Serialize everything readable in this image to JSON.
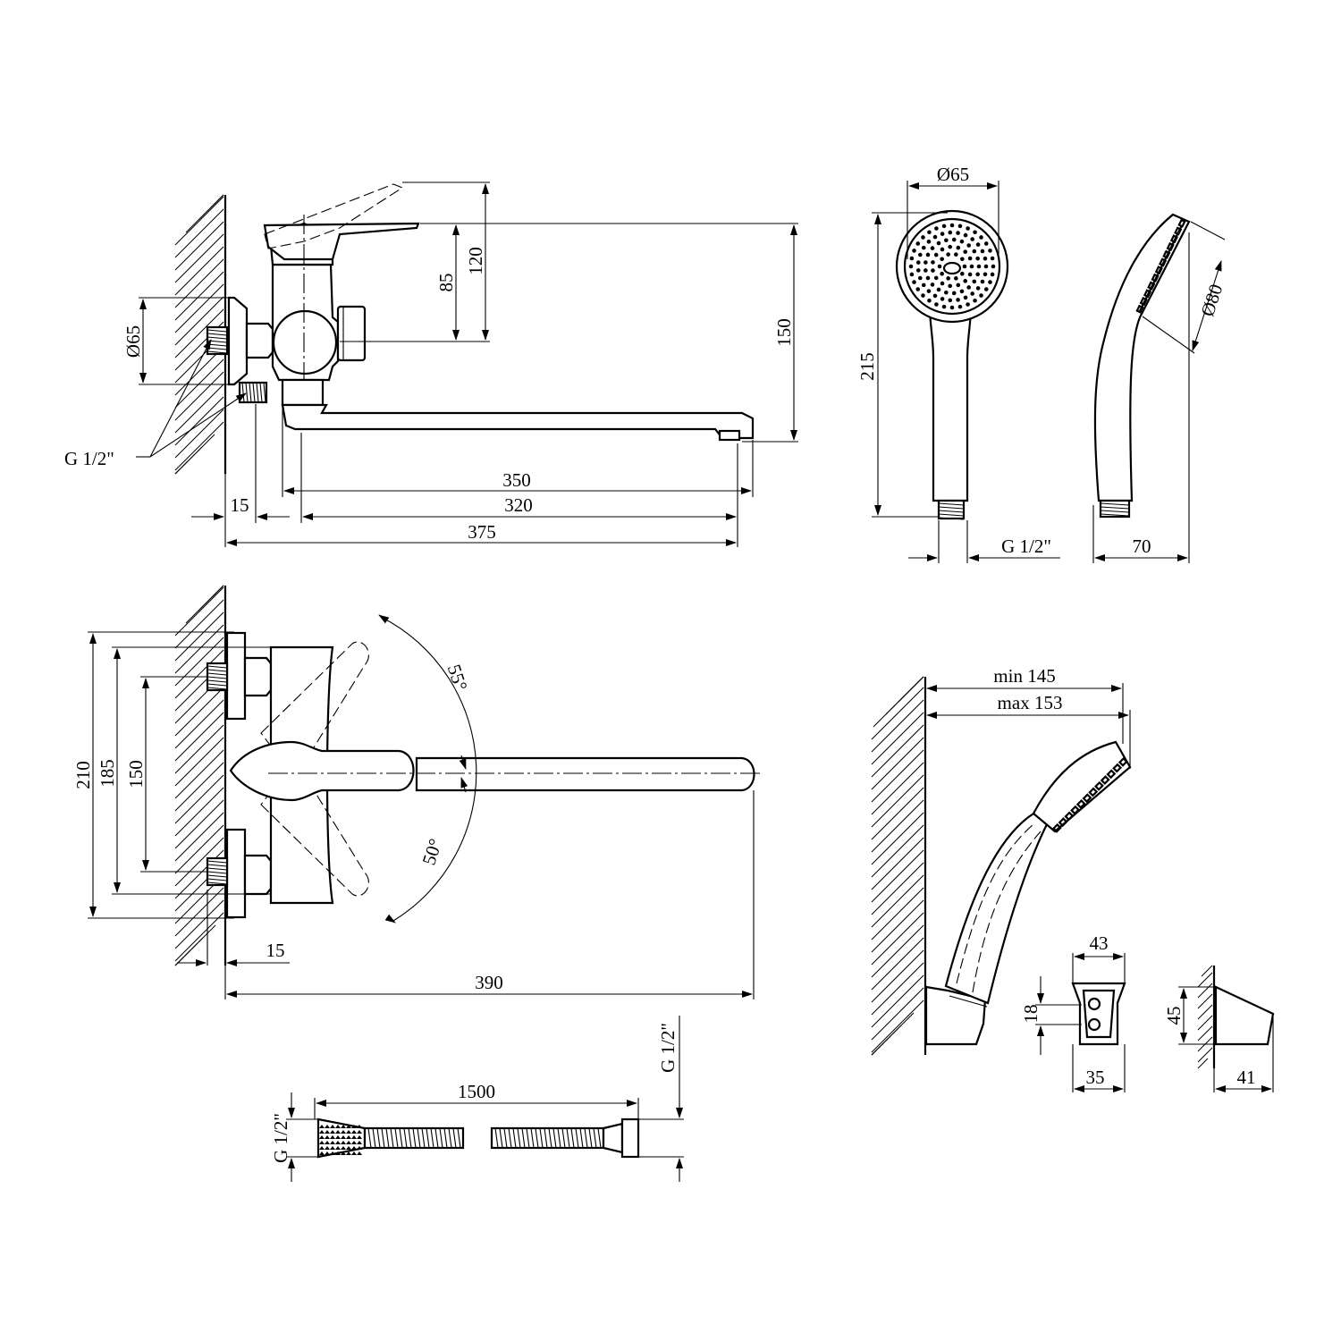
{
  "faucet_side": {
    "dim_150": "150",
    "dim_120": "120",
    "dim_85": "85",
    "dim_d65": "Ø65",
    "dim_350": "350",
    "dim_320": "320",
    "dim_375": "375",
    "dim_15": "15",
    "thread": "G 1/2\""
  },
  "shower_head": {
    "dim_d65": "Ø65",
    "dim_215": "215",
    "dim_d80": "Ø80",
    "dim_70": "70",
    "thread": "G 1/2\""
  },
  "faucet_top": {
    "dim_210": "210",
    "dim_185": "185",
    "dim_150": "150",
    "dim_15": "15",
    "dim_390": "390",
    "angle_55": "55°",
    "angle_50": "50°"
  },
  "holder": {
    "min": "min 145",
    "max": "max 153",
    "dim_43": "43",
    "dim_18": "18",
    "dim_35": "35",
    "dim_45": "45",
    "dim_41": "41"
  },
  "hose": {
    "length": "1500",
    "thread_left": "G 1/2\"",
    "thread_right": "G 1/2\""
  }
}
